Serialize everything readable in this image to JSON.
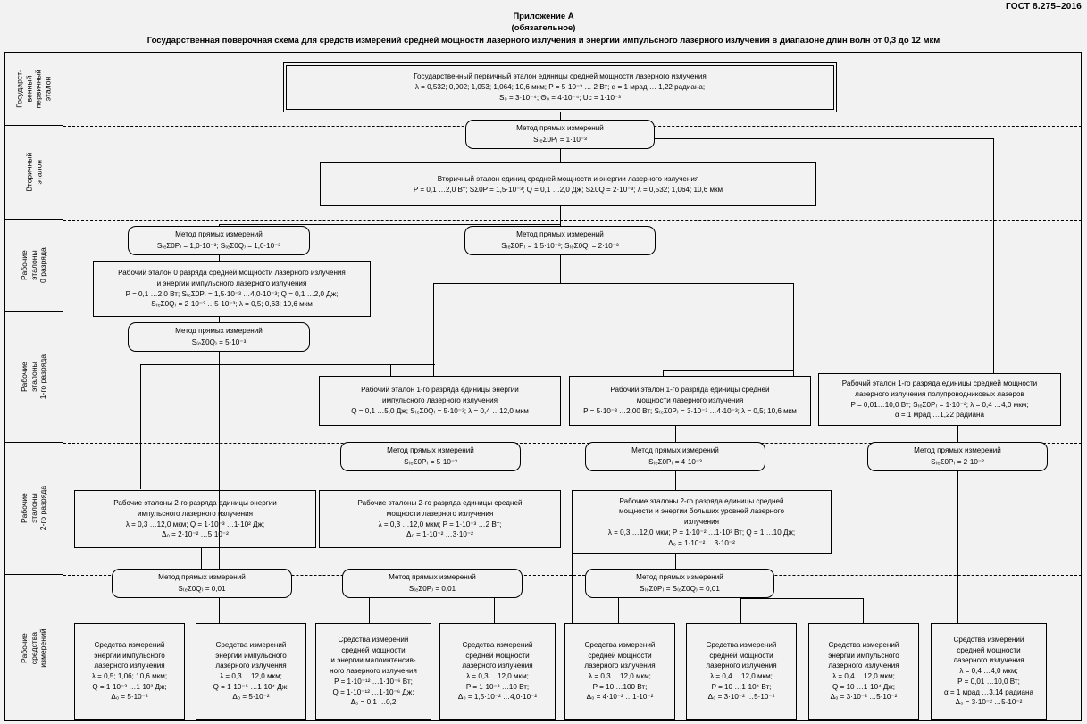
{
  "doc": {
    "gost": "ГОСТ 8.275–2016",
    "appendix": "Приложение А",
    "obligatory": "(обязательное)",
    "title": "Государственная поверочная схема для средств измерений средней мощности лазерного излучения и энергии импульсного лазерного излучения в диапазоне длин волн от 0,3 до 12 мкм"
  },
  "levels": [
    {
      "label": "Государст-\nвенный\nпервичный\nэталон"
    },
    {
      "label": "Вторичный эталон"
    },
    {
      "label": "Рабочие эталоны\n0 разряда"
    },
    {
      "label": "Рабочие эталоны\n1-го разряда"
    },
    {
      "label": "Рабочие эталоны\n2-го разряда"
    },
    {
      "label": "Рабочие средства\nизмерений"
    }
  ],
  "primary": {
    "title": "Государственный первичный эталон единицы средней мощности лазерного излучения",
    "line2": "λ = 0,532; 0,902; 1,053; 1,064; 10,6 мкм; P = 5·10⁻³ … 2 Вт; α = 1 мрад … 1,22 радиана;",
    "line3": "S₀ = 3·10⁻⁴; Θ₀ = 4·10⁻⁴; Uc = 1·10⁻³"
  },
  "methods": {
    "m1": {
      "title": "Метод прямых измерений",
      "value": "S₍ₑΣ0P₎ = 1·10⁻³"
    },
    "m2_left": {
      "title": "Метод прямых измерений",
      "value": "S₍ₑΣ0P₎ = 1,0·10⁻³; S₍ₑΣ0Q₎ = 1,0·10⁻³"
    },
    "m2_right": {
      "title": "Метод прямых измерений",
      "value": "S₍ₑΣ0P₎ = 1,5·10⁻³;  S₍ₑΣ0Q₎ = 2·10⁻³"
    },
    "m3_left": {
      "title": "Метод прямых измерений",
      "value": "S₍ₑΣ0Q₎ = 5·10⁻³"
    },
    "m4_a": {
      "title": "Метод прямых измерений",
      "value": "S₍ₑΣ0P₎ = 5·10⁻³"
    },
    "m4_b": {
      "title": "Метод прямых измерений",
      "value": "S₍ₑΣ0P₎ = 4·10⁻³"
    },
    "m4_c": {
      "title": "Метод прямых измерений",
      "value": "S₍ₑΣ0P₎ = 2·10⁻²"
    },
    "m5_a": {
      "title": "Метод прямых измерений",
      "value": "S₍ₑΣ0Q₎ = 0,01"
    },
    "m5_b": {
      "title": "Метод прямых измерений",
      "value": "S₍ₑΣ0P₎ = 0,01"
    },
    "m5_c": {
      "title": "Метод прямых измерений",
      "value": "S₍ₑΣ0P₎ = S₍ₑΣ0Q₎ = 0,01"
    }
  },
  "secondary": {
    "title": "Вторичный эталон единиц средней мощности и энергии лазерного излучения",
    "line2": "P = 0,1 …2,0 Вт; SΣ0P = 1,5·10⁻³; Q = 0,1 …2,0 Дж; SΣ0Q = 2·10⁻³; λ = 0,532; 1,064; 10,6 мкм"
  },
  "rank0": {
    "line1": "Рабочий эталон 0 разряда средней мощности лазерного излучения",
    "line2": "и энергии импульсного лазерного излучения",
    "line3": "P = 0,1 …2,0 Вт; S₍ₑΣ0P₎ = 1,5·10⁻³ …4,0·10⁻³; Q = 0,1 …2,0 Дж;",
    "line4": "S₍ₑΣ0Q₎ = 2·10⁻³ …5·10⁻³; λ = 0,5; 0,63; 10,6 мкм"
  },
  "rank1": [
    {
      "line1": "Рабочий эталон 1-го разряда единицы энергии",
      "line2": "импульсного лазерного излучения",
      "line3": "Q = 0,1 …5,0 Дж; S₍ₑΣ0Q₎ = 5·10⁻³; λ = 0,4 …12,0 мкм"
    },
    {
      "line1": "Рабочий эталон 1-го разряда единицы средней",
      "line2": "мощности лазерного излучения",
      "line3": "P = 5·10⁻³ …2,00 Вт; S₍ₑΣ0P₎ = 3·10⁻³ …4·10⁻³; λ = 0,5; 10,6 мкм"
    },
    {
      "line1": "Рабочий эталон 1-го разряда единицы средней мощности",
      "line2": "лазерного излучения полупроводниковых лазеров",
      "line3": "P = 0,01…10,0 Вт; S₍ₑΣ0P₎ = 1·10⁻²; λ = 0,4 …4,0 мкм;",
      "line4": "α = 1 мрад …1,22 радиана"
    }
  ],
  "rank2": [
    {
      "line1": "Рабочие эталоны 2-го разряда единицы энергии",
      "line2": "импульсного лазерного излучения",
      "line3": "λ = 0,3 …12,0 мкм; Q = 1·10⁻³ …1·10² Дж;",
      "line4": "Δ₀ = 2·10⁻² …5·10⁻²"
    },
    {
      "line1": "Рабочие эталоны 2-го разряда единицы средней",
      "line2": "мощности лазерного излучения",
      "line3": "λ = 0,3 …12,0 мкм; P = 1·10⁻³ …2 Вт;",
      "line4": "Δ₀ = 1·10⁻² …3·10⁻²"
    },
    {
      "line1": "Рабочие эталоны 2-го разряда единицы средней",
      "line2": "мощности и энергии больших уровней лазерного",
      "line3": "излучения",
      "line4": "λ = 0,3 …12,0 мкм; P = 1·10⁻² …1·10³ Вт; Q = 1 …10 Дж;",
      "line5": "Δ₀ = 1·10⁻² …3·10⁻²"
    }
  ],
  "instruments": [
    {
      "line1": "Средства измерений",
      "line2": "энергии импульсного",
      "line3": "лазерного излучения",
      "line4": "λ = 0,5; 1,06; 10,6 мкм;",
      "line5": "Q = 1·10⁻³ …1·10² Дж;",
      "line6": "Δ₀ = 5·10⁻²"
    },
    {
      "line1": "Средства измерений",
      "line2": "энергии импульсного",
      "line3": "лазерного излучения",
      "line4": "λ = 0,3 …12,0 мкм;",
      "line5": "Q = 1·10⁻⁵ …1·10⁴ Дж;",
      "line6": "Δ₀ = 5·10⁻²"
    },
    {
      "line1": "Средства измерений",
      "line2": "средней мощности",
      "line3": "и энергии малоинтенсив-",
      "line4": "ного лазерного излучения",
      "line5": "P = 1·10⁻¹² …1·10⁻⁶ Вт;",
      "line6": "Q = 1·10⁻¹² …1·10⁻⁶ Дж;",
      "line7": "Δ₀ = 0,1 …0,2"
    },
    {
      "line1": "Средства измерений",
      "line2": "средней мощности",
      "line3": "лазерного излучения",
      "line4": "λ = 0,3 …12,0 мкм;",
      "line5": "P = 1·10⁻³ …10 Вт;",
      "line6": "Δ₀ = 1,5·10⁻² …4,0·10⁻²"
    },
    {
      "line1": "Средства измерений",
      "line2": "средней мощности",
      "line3": "лазерного излучения",
      "line4": "λ = 0,3 …12,0 мкм;",
      "line5": "P = 10 …100 Вт;",
      "line6": "Δ₀ = 4·10⁻² …1·10⁻²"
    },
    {
      "line1": "Средства измерений",
      "line2": "средней мощности",
      "line3": "лазерного излучения",
      "line4": "λ = 0,4 …12,0 мкм;",
      "line5": "P = 10 …1·10⁴ Вт;",
      "line6": "Δ₀ = 3·10⁻² …5·10⁻²"
    },
    {
      "line1": "Средства измерений",
      "line2": "энергии импульсного",
      "line3": "лазерного излучения",
      "line4": "λ = 0,4 …12,0 мкм;",
      "line5": "Q = 10 …1·10⁴ Дж;",
      "line6": "Δ₀ = 3·10⁻² …5·10⁻²"
    },
    {
      "line1": "Средства измерений",
      "line2": "средней мощности",
      "line3": "лазерного излучения",
      "line4": "λ = 0,4 …4,0 мкм;",
      "line5": "P = 0,01 …10,0 Вт;",
      "line6": "α = 1 мрад …3,14 радиана",
      "line7": "Δ₀ = 3·10⁻² …5·10⁻²"
    }
  ]
}
